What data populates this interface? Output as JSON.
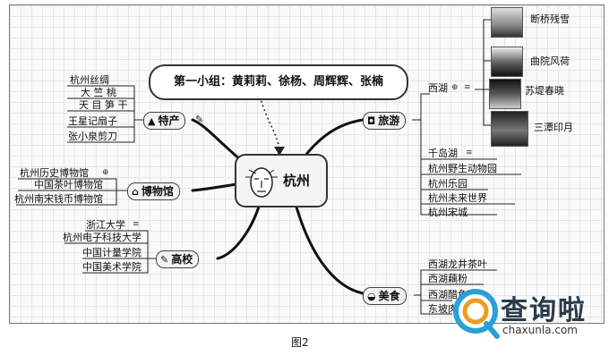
{
  "bubble": "第一小组：黄莉莉、徐杨、周辉辉、张楠",
  "center": "杭州",
  "categories": {
    "techan": {
      "label": "特产",
      "icon": "mountain-icon"
    },
    "bowuguan": {
      "label": "博物馆",
      "icon": "building-icon"
    },
    "gaoxiao": {
      "label": "高校",
      "icon": "pencil-icon"
    },
    "lvyou": {
      "label": "旅游",
      "icon": "camera-icon"
    },
    "meishi": {
      "label": "美食",
      "icon": "food-icon"
    }
  },
  "techan_items": [
    "杭州丝绸",
    "大 竺 桃",
    "天 目 笋 干",
    "王星记扇子",
    "张小泉剪刀"
  ],
  "bowuguan_items": [
    "杭州历史博物馆",
    "中国茶叶博物馆",
    "杭州南宋钱币博物馆"
  ],
  "gaoxiao_items": [
    "浙江大学",
    "杭州电子科技大学",
    "中国计量学院",
    "中国美术学院"
  ],
  "lvyou_xihu": "西湖",
  "xihu_items": [
    "断桥残雪",
    "曲院风荷",
    "苏堤春晓",
    "三潭印月"
  ],
  "lvyou_items": [
    "千岛湖",
    "杭州野生动物园",
    "杭州乐园",
    "杭州未来世界",
    "杭州宋城"
  ],
  "meishi_items": [
    "西湖龙井茶叶",
    "西湖藕粉",
    "西湖醋鱼",
    "东坡肉"
  ],
  "caption": "图2",
  "watermark": {
    "text": "查询啦",
    "url": "chaxunla.com"
  }
}
